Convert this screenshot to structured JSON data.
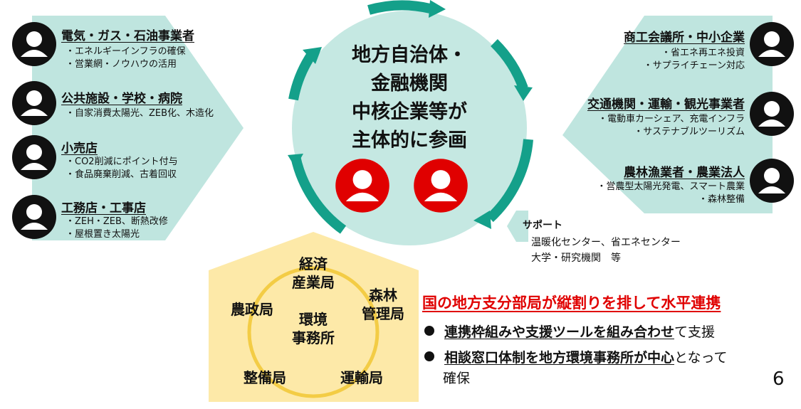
{
  "left_stakeholders": [
    {
      "title": "電気・ガス・石油事業者",
      "bullets": [
        "・エネルギーインフラの確保",
        "・営業網・ノウハウの活用"
      ]
    },
    {
      "title": "公共施設・学校・病院",
      "bullets": [
        "・自家消費太陽光、ZEB化、木造化"
      ]
    },
    {
      "title": "小売店",
      "bullets": [
        "・CO2削減にポイント付与",
        "・食品廃棄削減、古着回収"
      ]
    },
    {
      "title": "工務店・工事店",
      "bullets": [
        "・ZEH・ZEB、断熱改修",
        "・屋根置き太陽光"
      ]
    }
  ],
  "right_stakeholders": [
    {
      "title": "商工会議所・中小企業",
      "bullets": [
        "・省エネ再エネ投資",
        "・サプライチェーン対応"
      ]
    },
    {
      "title": "交通機関・運輸・観光事業者",
      "bullets": [
        "・電動車カーシェア、充電インフラ",
        "・サステナブルツーリズム"
      ]
    },
    {
      "title": "農林漁業者・農業法人",
      "bullets": [
        "・営農型太陽光発電、スマート農業",
        "・森林整備"
      ]
    }
  ],
  "center": {
    "lines": [
      "地方自治体・",
      "金融機関",
      "中核企業等が",
      "主体的に参画"
    ]
  },
  "support": {
    "label": "サポート",
    "lines": [
      "温暖化センター、省エネセンター",
      "大学・研究機関　等"
    ]
  },
  "bureaus": {
    "keizai": [
      "経済",
      "産業局"
    ],
    "shinrin": [
      "森林",
      "管理局"
    ],
    "nousei": [
      "農政局"
    ],
    "kankyo": [
      "環境",
      "事務所"
    ],
    "seibi": [
      "整備局"
    ],
    "unyu": [
      "運輸局"
    ]
  },
  "headline": "国の地方支分部局が縦割りを排して水平連携",
  "bullets": [
    {
      "em": "連携枠組みや支援ツールを組み合わせ",
      "rest": "て支援"
    },
    {
      "em": "相談窓口体制を地方環境事務所が中心",
      "rest": "となって",
      "cont": "確保"
    }
  ],
  "page_number": "6",
  "colors": {
    "arrow_fill": "#bfe5df",
    "circle_fill": "#c5e8e2",
    "cycle_arrow": "#14a08a",
    "house_fill": "#fde9a8",
    "house_ring": "#f3cc45",
    "red": "#e00000",
    "text": "#111111"
  },
  "icons": {
    "stakeholder": "person-icon",
    "participant": "person-icon-red"
  }
}
